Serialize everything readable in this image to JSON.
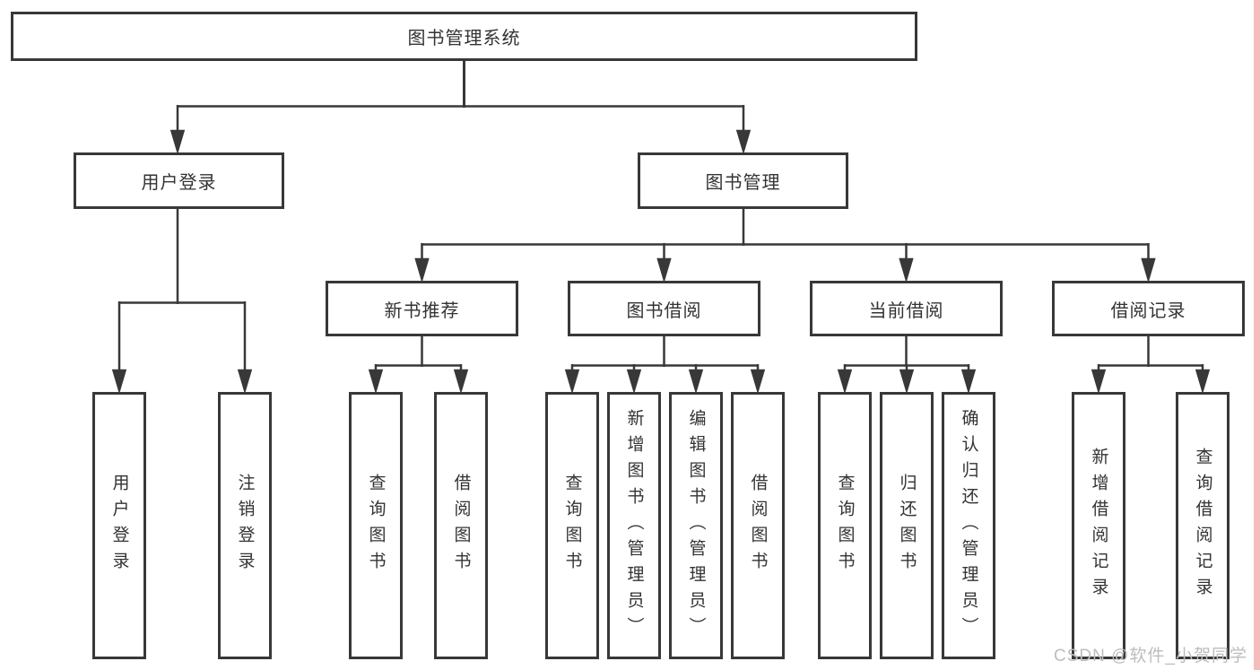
{
  "colors": {
    "line": "#383838",
    "text": "#333333",
    "background": "#ffffff",
    "watermark": "#bdbdbd",
    "edge_strip": "#f5bcbc"
  },
  "watermark": {
    "text": "CSDN @软件_小贺同学"
  },
  "tree": {
    "root": {
      "label": "图书管理系统"
    },
    "level2": [
      {
        "label": "用户登录"
      },
      {
        "label": "图书管理"
      }
    ],
    "level3": [
      {
        "label": "新书推荐"
      },
      {
        "label": "图书借阅"
      },
      {
        "label": "当前借阅"
      },
      {
        "label": "借阅记录"
      }
    ],
    "leaves": {
      "user_login": [
        "用户登录",
        "注销登录"
      ],
      "new_book": [
        "查询图书",
        "借阅图书"
      ],
      "book_borrow": [
        "查询图书",
        "新增图书（管理员）",
        "编辑图书（管理员）",
        "借阅图书"
      ],
      "current_borrow": [
        "查询图书",
        "归还图书",
        "确认归还（管理员）"
      ],
      "borrow_record": [
        "新增借阅记录",
        "查询借阅记录"
      ]
    }
  }
}
